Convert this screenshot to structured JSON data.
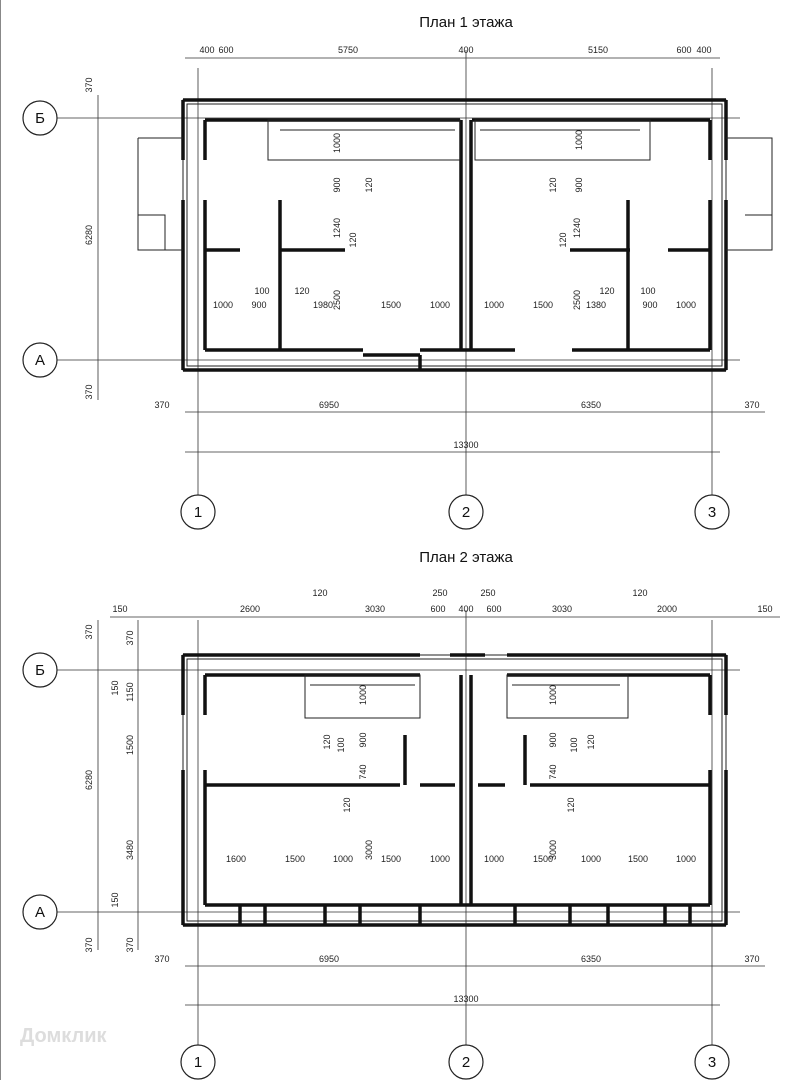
{
  "plan1": {
    "title": "План 1 этажа",
    "dims": [
      "400",
      "600",
      "5750",
      "400",
      "5150",
      "600",
      "400",
      "370",
      "6280",
      "370",
      "370",
      "6950",
      "6350",
      "370",
      "13300",
      "1000",
      "900",
      "100",
      "120",
      "1980",
      "1500",
      "1000",
      "1000",
      "1500",
      "1380",
      "120",
      "100",
      "900",
      "1000",
      "2500",
      "2500",
      "1240",
      "1240",
      "120",
      "120",
      "900",
      "900",
      "1000",
      "1000",
      "120",
      "120"
    ]
  },
  "plan2": {
    "title": "План 2 этажа",
    "dims": [
      "150",
      "2600",
      "120",
      "3030",
      "250",
      "600",
      "400",
      "250",
      "600",
      "3030",
      "120",
      "2000",
      "150",
      "370",
      "370",
      "6280",
      "150",
      "1150",
      "1500",
      "3480",
      "150",
      "370",
      "370",
      "370",
      "6950",
      "6350",
      "370",
      "13300",
      "1600",
      "1500",
      "1000",
      "1500",
      "1000",
      "1000",
      "1500",
      "1000",
      "1500",
      "1000",
      "3000",
      "3000",
      "740",
      "740",
      "120",
      "120",
      "900",
      "900",
      "100",
      "100",
      "120",
      "120",
      "1000",
      "1000"
    ]
  },
  "axes": {
    "rows": [
      "Б",
      "А"
    ],
    "cols": [
      "1",
      "2",
      "3"
    ]
  },
  "watermark": "Домклик"
}
